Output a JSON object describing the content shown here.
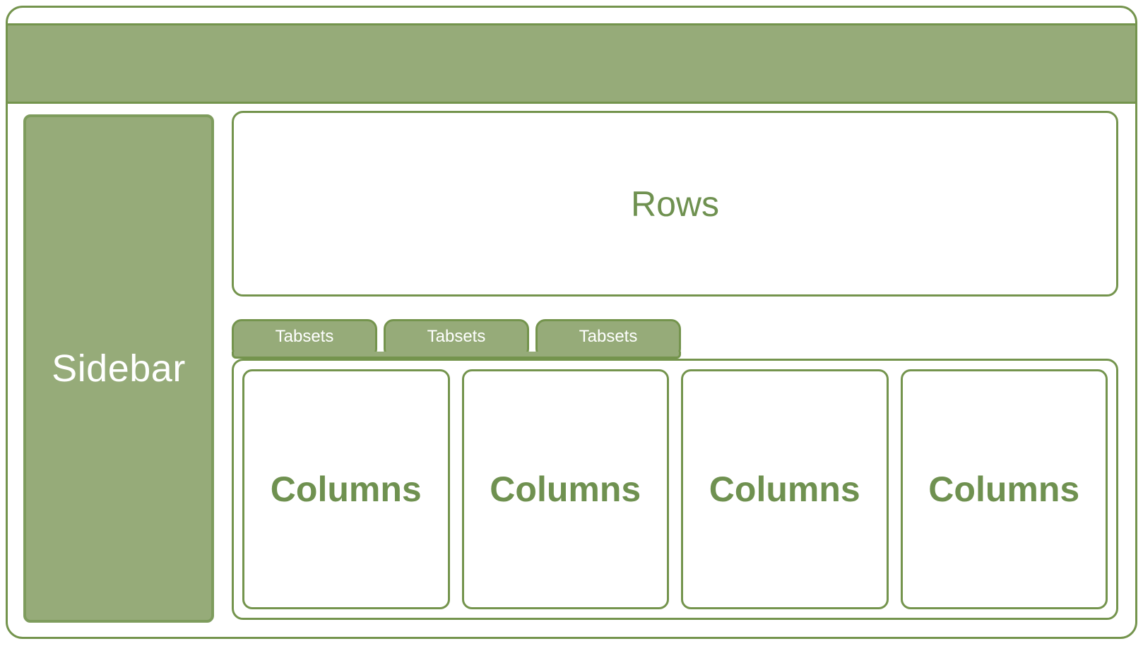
{
  "colors": {
    "fill_green": "#96AB79",
    "border_green": "#74944D",
    "sidebar_border": "#7E9C5D",
    "text_green": "#6F9150",
    "text_white": "#FFFFFF",
    "background": "#FFFFFF"
  },
  "sidebar": {
    "label": "Sidebar"
  },
  "rows_panel": {
    "label": "Rows"
  },
  "tabsets": [
    {
      "label": "Tabsets"
    },
    {
      "label": "Tabsets"
    },
    {
      "label": "Tabsets"
    }
  ],
  "columns": [
    {
      "label": "Columns"
    },
    {
      "label": "Columns"
    },
    {
      "label": "Columns"
    },
    {
      "label": "Columns"
    }
  ]
}
